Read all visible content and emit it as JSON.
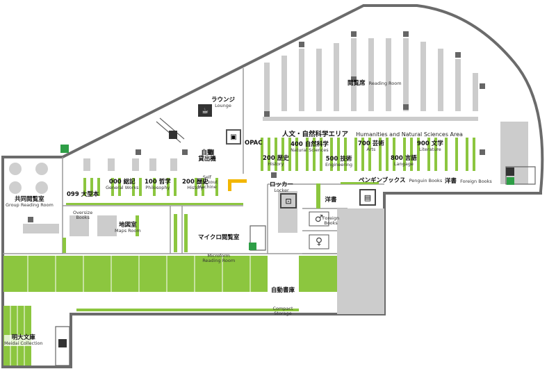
{
  "map": {
    "rooms": {
      "reading": {
        "jp": "閲覧席",
        "en": "Reading Room"
      },
      "lounge": {
        "jp": "ラウンジ",
        "en": "Lounge"
      },
      "self_checkout": {
        "jp": "自動\n貸出機",
        "en": "Self\nCheckout\nMachine"
      },
      "opac": {
        "jp": "OPAC"
      },
      "humanities": {
        "jp": "人文・自然科学エリア",
        "en": "Humanities and Natural Sciences Area"
      },
      "group_reading": {
        "jp": "共同閲覧室",
        "en": "Group Reading Room"
      },
      "maps": {
        "jp": "地図室",
        "en": "Maps Room"
      },
      "microform": {
        "jp": "マイクロ閲覧室",
        "en": "Microform\nReading Room"
      },
      "locker": {
        "jp": "ロッカー",
        "en": "Locker"
      },
      "compact_storage": {
        "jp": "自動書庫",
        "en": "Compact\nStorage"
      },
      "meidai": {
        "jp": "明大文庫",
        "en": "Meidai Collection"
      }
    },
    "shelves": {
      "oversize": {
        "jp": "099 大型本",
        "en": "Oversize\nBooks"
      },
      "general": {
        "jp": "000 総記",
        "en": "General Works"
      },
      "philosophy": {
        "jp": "100 哲学",
        "en": "Philosophy"
      },
      "history_200a": {
        "jp": "200 歴史",
        "en": "History"
      },
      "history_200b": {
        "jp": "200 歴史",
        "en": "History"
      },
      "natural": {
        "jp": "400 自然科学",
        "en": "Natural Sciences"
      },
      "arts": {
        "jp": "700 芸術",
        "en": "Arts"
      },
      "literature": {
        "jp": "900 文学",
        "en": "Literature"
      },
      "engineering": {
        "jp": "500 技術",
        "en": "Engineering"
      },
      "language": {
        "jp": "800 言語",
        "en": "Langage"
      },
      "penguin": {
        "jp": "ペンギンブックス",
        "en": "Penguin Books"
      },
      "foreign_books": {
        "jp": "洋書",
        "en": "Foreign Books"
      },
      "foreign_small": {
        "jp": "洋書",
        "en": "Foreign\nBooks"
      }
    },
    "colors": {
      "wall": "#6b6b6b",
      "shelf": "#8cc63f",
      "table": "#cccccc",
      "chair": "#666666",
      "exit": "#2e9e46",
      "highlight": "#f2b600"
    }
  }
}
